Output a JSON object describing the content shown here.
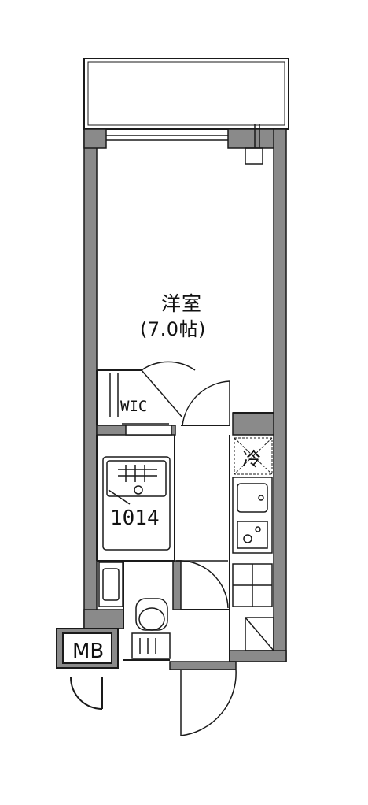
{
  "rooms": {
    "western_room": {
      "name": "洋室",
      "size": "(7.0帖)"
    },
    "walk_in_closet": {
      "label": "WIC"
    },
    "unit_bath": {
      "label": "1014"
    },
    "refrigerator": {
      "label": "冷"
    },
    "meter_box": {
      "label": "MB"
    }
  },
  "colors": {
    "wall": "#8a8a8a",
    "line": "#1a1a1a",
    "background": "#ffffff"
  }
}
